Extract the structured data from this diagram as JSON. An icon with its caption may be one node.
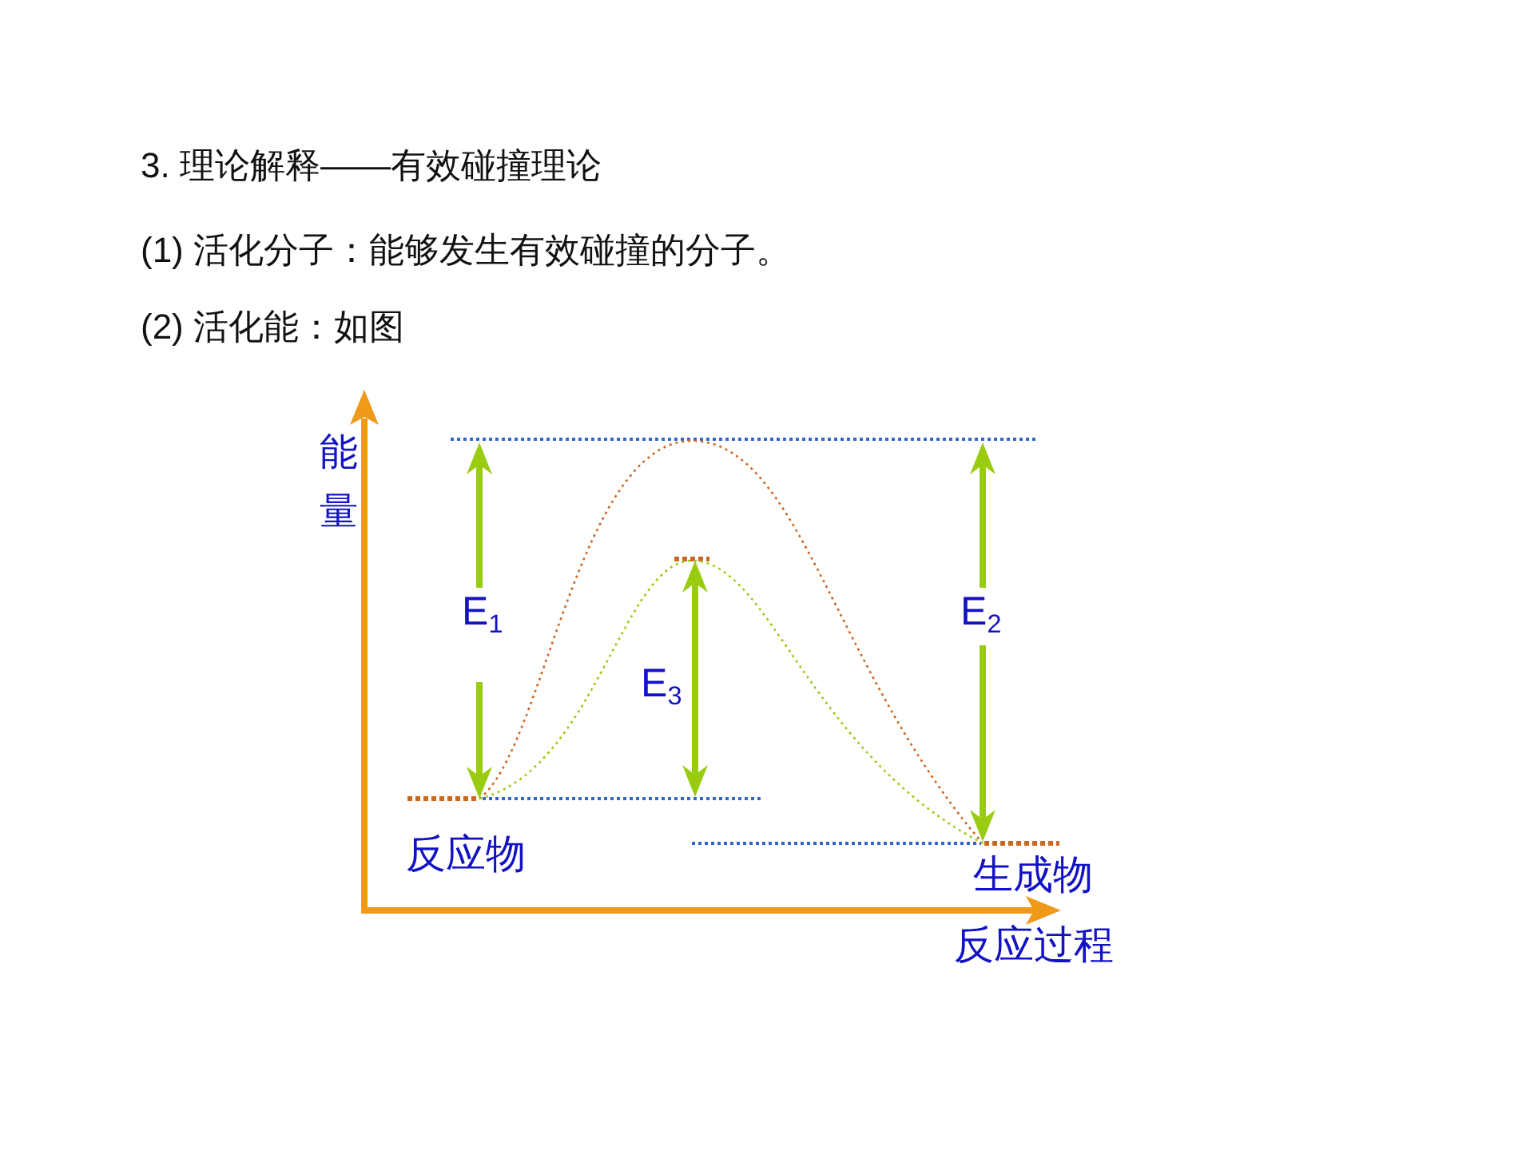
{
  "diagram": {
    "title": "3. 理论解释——有效碰撞理论",
    "labels": [
      "(1) 活化分子：能够发生有效碰撞的分子。",
      "(2) 活化能：如图",
      "能量",
      "E$_{1}$",
      "E$_{2}$",
      "E$_{3}$",
      "反应物",
      "生成物",
      "反应过程"
    ]
  }
}
